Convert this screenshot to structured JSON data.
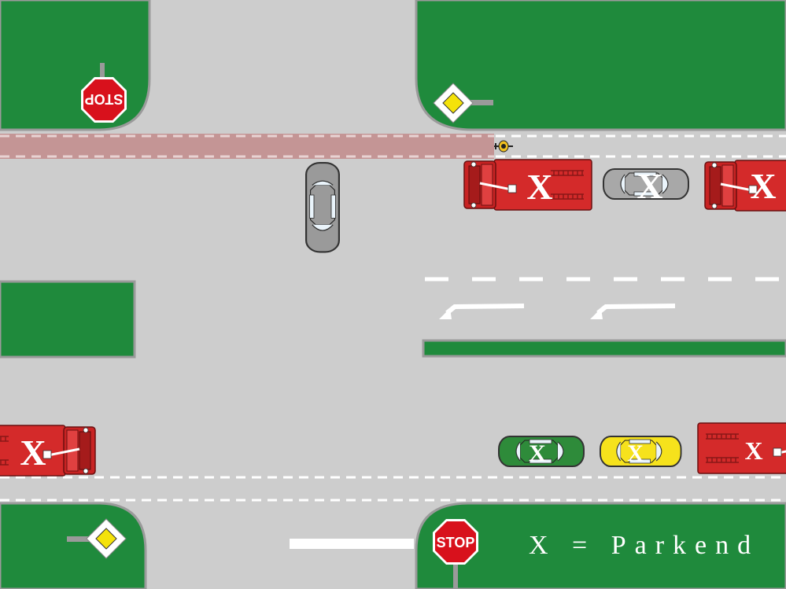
{
  "scene": {
    "title": "",
    "colors": {
      "grass": "#1f8a3c",
      "road": "#cdcdcd",
      "curb": "#9a9a9a",
      "bike_lane": "#c49595",
      "fire_truck": "#d42a2a",
      "stop_sign": "#d8111c",
      "priority_sign": "#f4e20a"
    }
  },
  "signs": {
    "stop_top_left": {
      "text": "STOP",
      "type": "stop",
      "orientation": "upside-down"
    },
    "stop_bottom": {
      "text": "STOP",
      "type": "stop",
      "orientation": "upright"
    },
    "priority_top_right": {
      "type": "priority-road"
    },
    "priority_bottom_left": {
      "type": "priority-road"
    }
  },
  "vehicles": {
    "parked_mark": "X",
    "fire_truck_top_left": {
      "kind": "fire-truck",
      "parked": true
    },
    "car_top_grey": {
      "kind": "car",
      "color": "grey",
      "parked": true
    },
    "fire_truck_top_right": {
      "kind": "fire-truck",
      "parked": true
    },
    "car_moving_grey": {
      "kind": "car",
      "color": "grey",
      "parked": false
    },
    "fire_truck_bottom_left": {
      "kind": "fire-truck",
      "parked": true
    },
    "car_green": {
      "kind": "car",
      "color": "green",
      "parked": true
    },
    "car_yellow": {
      "kind": "car",
      "color": "yellow",
      "parked": true
    },
    "fire_truck_bottom_right": {
      "kind": "fire-truck",
      "parked": true
    },
    "cyclist": {
      "kind": "bicycle",
      "parked": false
    }
  },
  "lane_arrows": [
    "left-turn",
    "left-turn"
  ],
  "legend": {
    "text": "X = Parkend"
  }
}
